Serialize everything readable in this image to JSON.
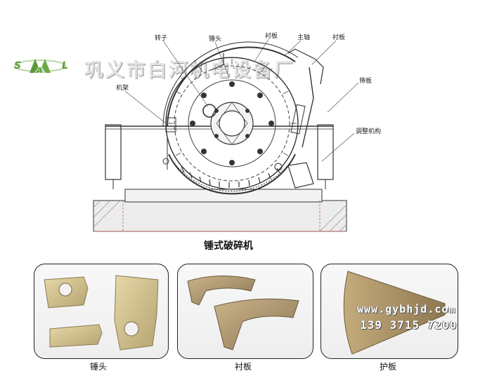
{
  "logo": {
    "letters": [
      "S",
      "A",
      "L"
    ],
    "color": "#5a9a3a"
  },
  "company_name": "巩义市白河机电设备厂",
  "callouts": {
    "rotor": "转子",
    "hammer": "锤头",
    "liner_top": "衬板",
    "main_shaft": "主轴",
    "liner_right": "衬板",
    "frame": "机架",
    "screen_plate": "筛板",
    "adjust_mechanism": "调整机构"
  },
  "diagram_title": "锤式破碎机",
  "panels": [
    {
      "caption": "锤头"
    },
    {
      "caption": "衬板"
    },
    {
      "caption": "护板"
    }
  ],
  "contact": {
    "website": "www.gybhjd.com",
    "phone": "139 3715 7200"
  }
}
